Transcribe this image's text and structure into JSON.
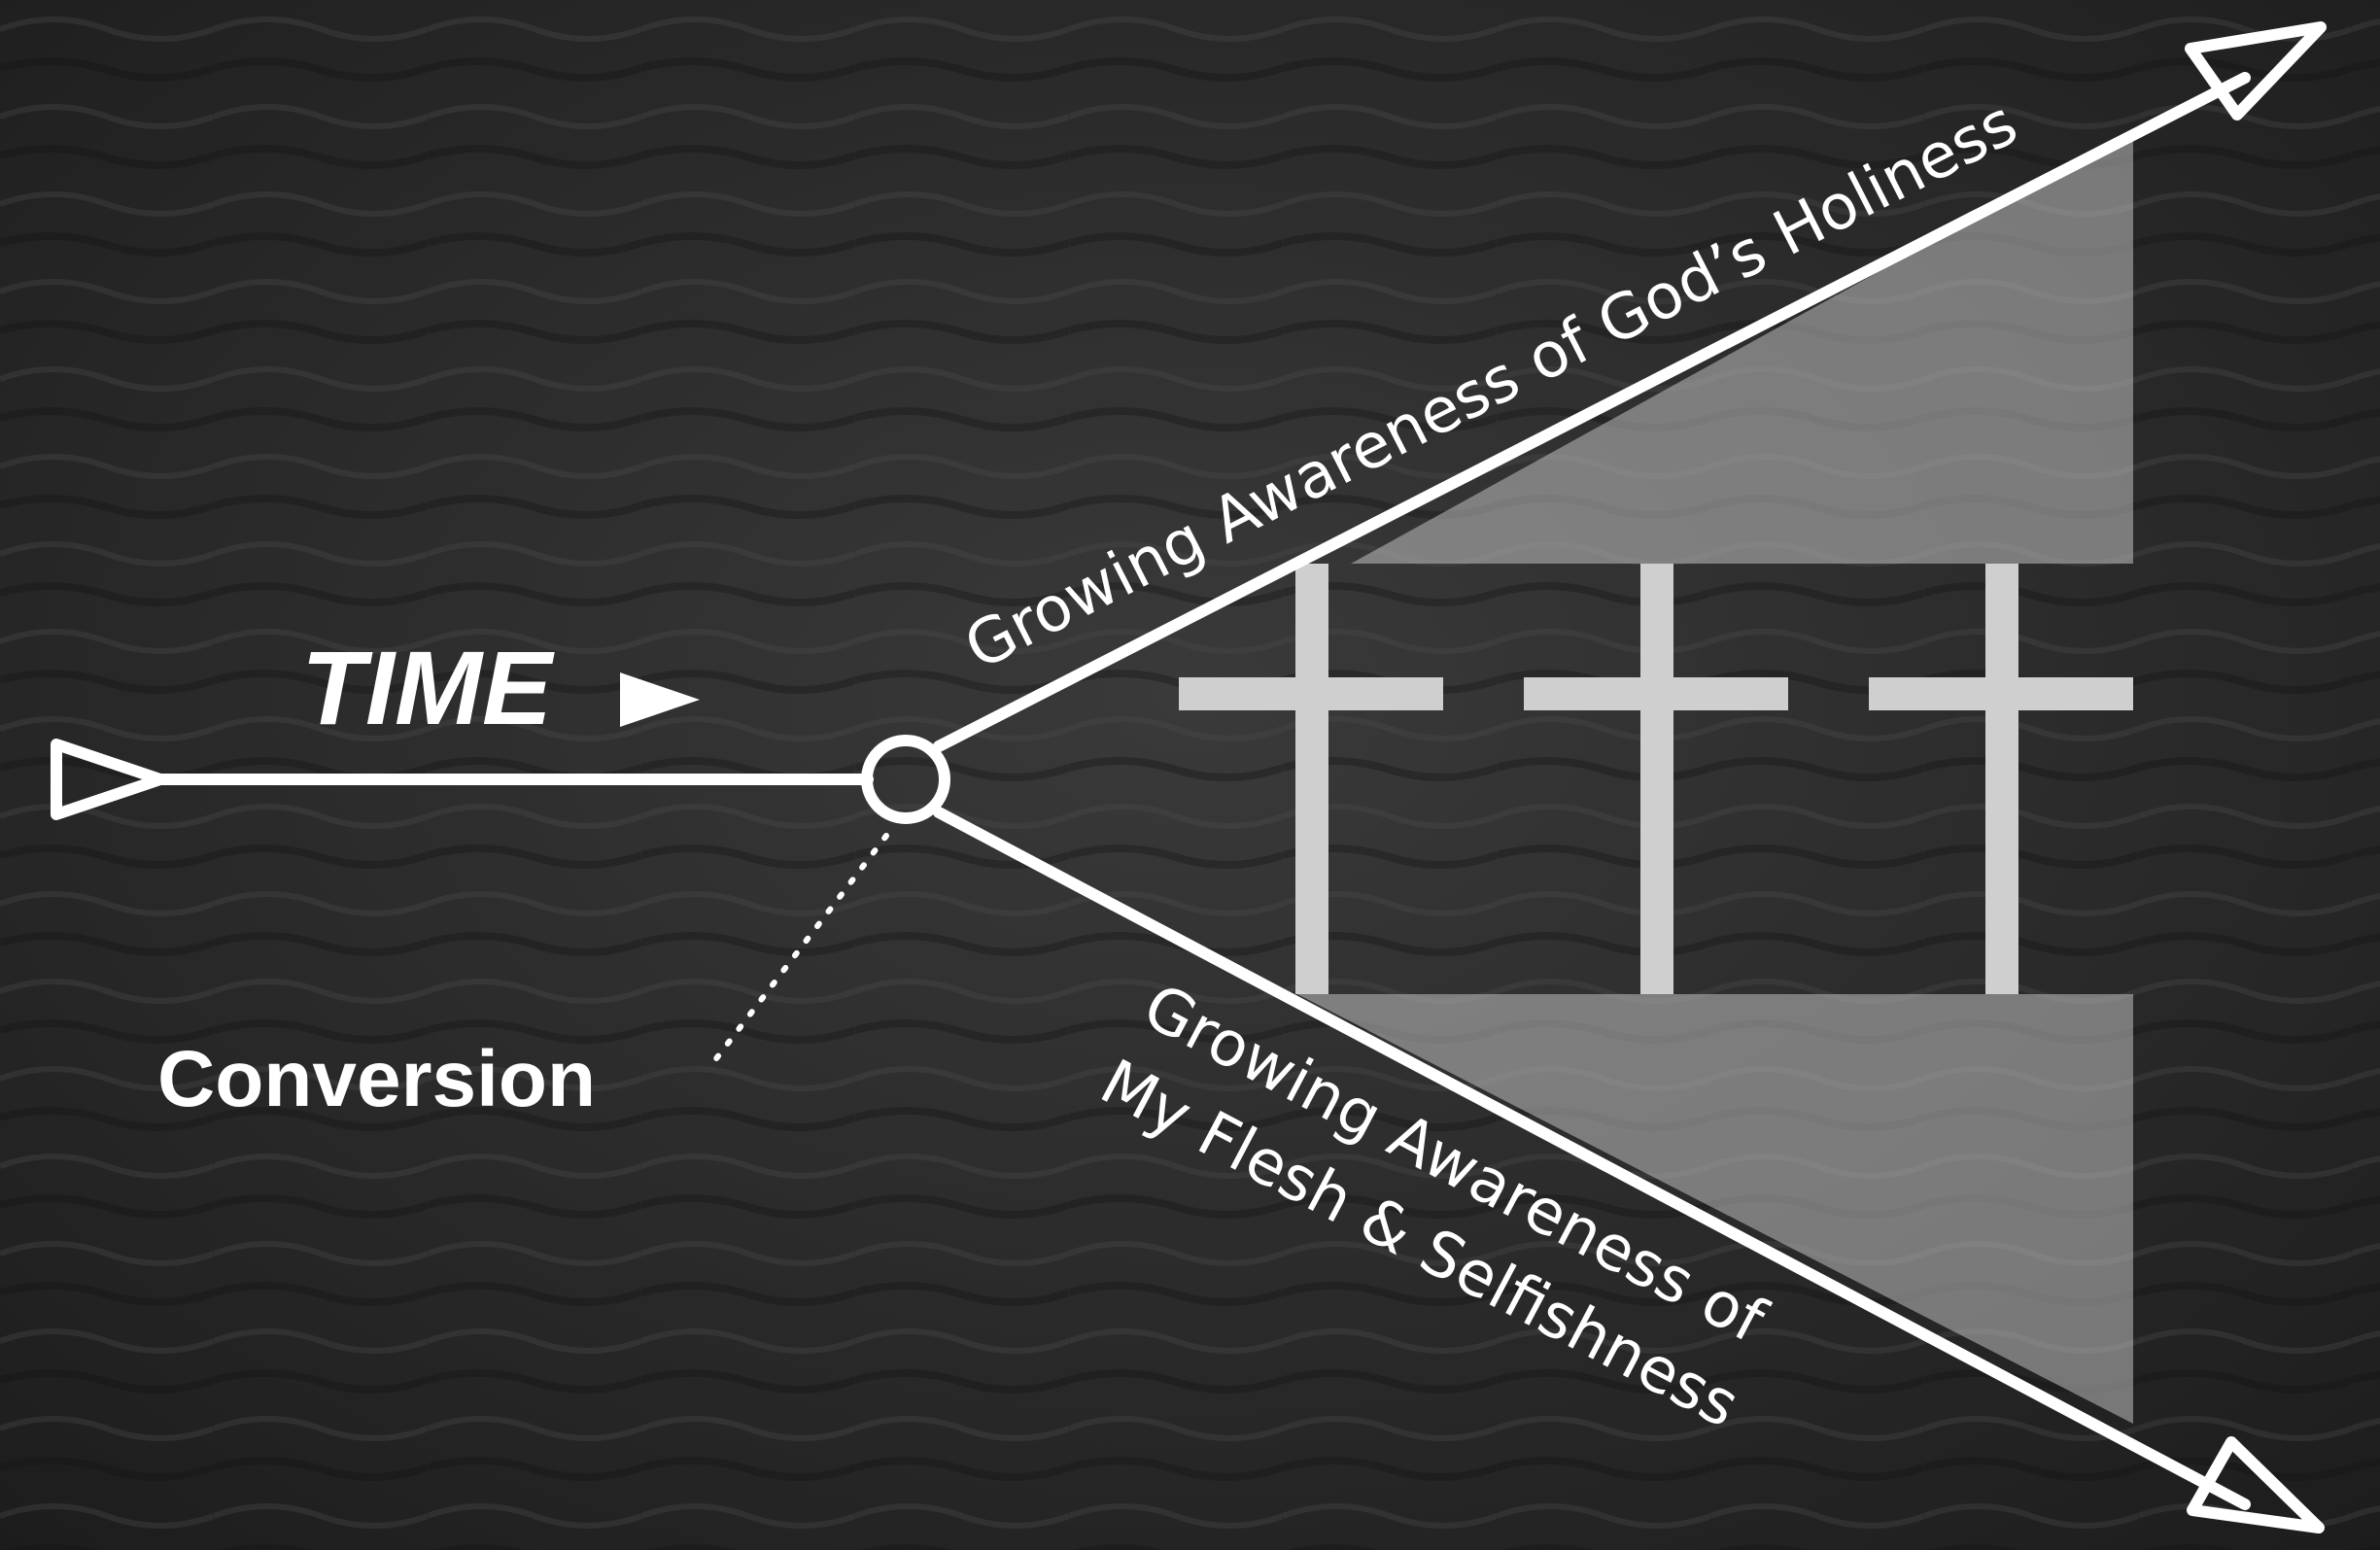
{
  "diagram": {
    "time_label": "TIME",
    "conversion_label": "Conversion",
    "upper_label": "Growing Awareness of God’s Holiness",
    "lower_label_line1": "Growing Awareness of",
    "lower_label_line2": "My Flesh & Selfishness",
    "cross_count": 3,
    "colors": {
      "background": "#2a2a2a",
      "lines": "#ffffff",
      "panel": "#bdbdbd",
      "cross": "#d0d0d0"
    }
  }
}
